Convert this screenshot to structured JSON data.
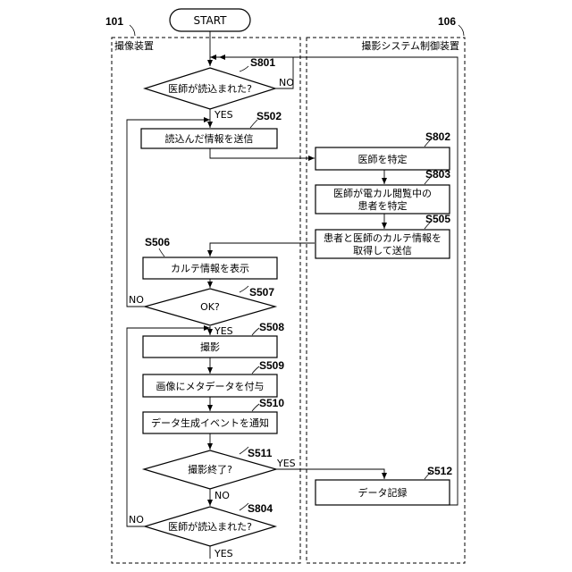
{
  "labels": {
    "start": "START",
    "ref_101": "101",
    "ref_106": "106",
    "device_left": "撮像装置",
    "device_right": "撮影システム制御装置",
    "s801": "S801",
    "s801_text": "医師が読込まれた?",
    "s801_no": "NO",
    "s801_yes": "YES",
    "s502": "S502",
    "s502_text": "読込んだ情報を送信",
    "s802": "S802",
    "s802_text": "医師を特定",
    "s803": "S803",
    "s803_line1": "医師が電カル閲覧中の",
    "s803_line2": "患者を特定",
    "s505": "S505",
    "s505_line1": "患者と医師のカルテ情報を",
    "s505_line2": "取得して送信",
    "s506": "S506",
    "s506_text": "カルテ情報を表示",
    "s507": "S507",
    "s507_text": "OK?",
    "s507_no": "NO",
    "s507_yes": "YES",
    "s508": "S508",
    "s508_text": "撮影",
    "s509": "S509",
    "s509_text": "画像にメタデータを付与",
    "s510": "S510",
    "s510_text": "データ生成イベントを通知",
    "s511": "S511",
    "s511_text": "撮影終了?",
    "s511_yes": "YES",
    "s511_no": "NO",
    "s512": "S512",
    "s512_text": "データ記録",
    "s804": "S804",
    "s804_text": "医師が読込まれた?",
    "s804_no": "NO",
    "s804_yes": "YES"
  }
}
